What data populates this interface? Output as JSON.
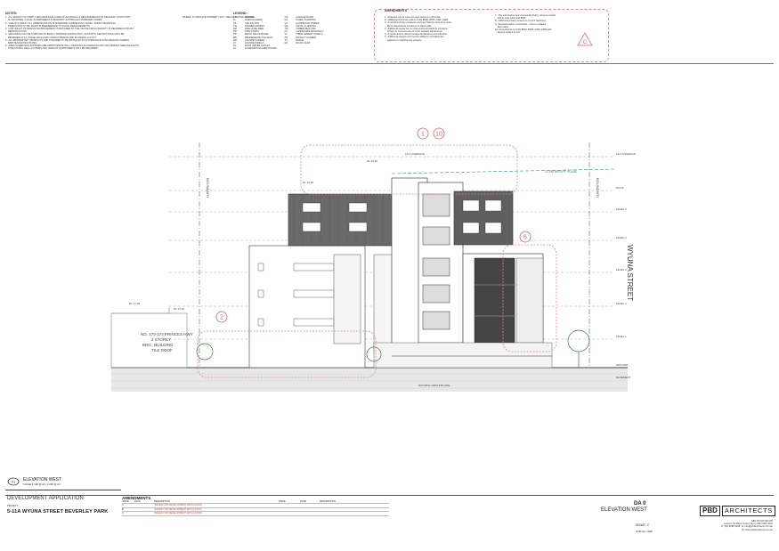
{
  "notes": {
    "title": "NOTES:",
    "lines": [
      "1.  ALL WORKS TO COMPLY WITH BUILDING CODE OF AUSTRALIA & REQUIREMENTS OF RELEVANT STATUTORY",
      "    AUTHORITIES / LOCAL GOVERNMENT & RELEVANT AUSTRALIAN STANDARD CODES.",
      "2.  CHECK & VERIFY ALL DIMENSIONS ON SITE BEFORE COMMENCING WORK / SHORT DRAWINGS",
      "    DIMENSIONS TO BE TAKEN IN PREFERENCE TO SCALE MEASUREMENTS.",
      "3.  COPYRIGHT OF DESIGN SHOWN HEREON IS RETAINED BY THE OFFICE AND AUTHORITY IS REQUIRED FOR ANY",
      "    REPRODUCTION.",
      "4.  REGARDS FOR THE PURPOSE OF BASIX / PARTNER CONSULTANT / ACOUSTIC CERTIFICATION WILL BE",
      "    REVIEWED AT CC STAGE WHICH MAY AFFECT DESIGN AND PLANNING LAYOUT.",
      "5.  ALL PROPRIETARY PRODUCTS ARE INTENDED TO BE INSTALLED IN ACCORDANCE WITH MANUFACTURERS",
      "    WRITTEN INSTRUCTIONS.",
      "6.  AREA SCHEDULES SUPPLIED ARE APPROXIMATE ONLY. PERSONS ALLOWANCE FOR CAR PARKING SERVICE DUCTS,",
      "    STRUCTURAL WALL SYSTEMS AND VARIOUS COMPONENTS WILL BE REQUIRED."
    ],
    "side_note": "WHERE TO INDICATE PROPERTY ETC. ARE AS SHOWN ON PLAN"
  },
  "legend": {
    "title": "LEGEND:",
    "col1": [
      "FS",
      "FL",
      "CF",
      "TW",
      "FM",
      "FW",
      "PR",
      "MB",
      "RW",
      "LT",
      "RL",
      "AL"
    ],
    "col2": [
      "AWNING",
      "FIXED GLAZING",
      "CEILING FAN",
      "FRAMED AWNING",
      "FIRE HOSE REEL",
      "FIRE STAIRS",
      "METAL BALUSTRADE",
      "RENDERED BLOCK WALL",
      "LOUVRE SCREEN",
      "LOUVRE PANELS",
      "ROOF WATER OUTLET",
      "ALUMINIUM GLAZED DOORS"
    ],
    "col3": [
      "GS",
      "FS",
      "VT",
      "MC",
      "TW",
      "FC",
      "CL",
      "PR",
      "ST",
      "EX"
    ],
    "col4": [
      "GARAGE DOOR",
      "PANEL CLADDING",
      "HARDWOOD TIMBER",
      "METAL CLADDING",
      "TIMBER FENCING",
      "LANDSCAPE ARCHITECT",
      "FIBRE CEMENT PANELS",
      "PRIVACY SCREEN",
      "FENCE",
      "ROOF LIGHT"
    ]
  },
  "amendments_notes": {
    "title": "AMENDMENTS",
    "col1": [
      "1.  Reduced roof to common open space to roof levels.",
      "2.  Additional first level voids to Units B302, B305, A302, A305.",
      "3.  Amended privacy measures and new balcony screens to units.",
      "    Minor adjustments to balcony & blank walls.",
      "4.  Additional planter box to Units A103 and A303 to introduce",
      "    privacy to common area & minor setback adjustments.",
      "5.  Amendments to street frontage landscaping and reduction.",
      "6.  Additional screens and louvres added to unit balconies",
      "    adjacent to neighbouring property."
    ],
    "col2": [
      "7.  The unit window and communal privacy screens revised",
      "    and to units A401 and B401.",
      "8.  Additional privacy screens to current balconies.",
      "9.  Revised location of windows - refer to updated",
      "    floor plans.",
      "10. Amendments to Units B302, B305, A302, A305 with",
      "    layouts revised to unit."
    ]
  },
  "drawing": {
    "cloud_numbers": [
      "1",
      "10",
      "6",
      "2"
    ],
    "boundary_left": "BOUNDARY",
    "boundary_right": "BOUNDARY",
    "street_label": "WYUNA STREET",
    "neighbour_label": [
      "NO. 170-174 PRINCES HWY",
      "2 STOREY",
      "BRIC.   BUILDING",
      "TILE ROOF"
    ],
    "ground_label": "NATURAL GROUND LINE",
    "lift_label": "LIFT OVERRUN",
    "levels_right": [
      "LIFT OVERRUN",
      "ROOF",
      "LEVEL 5",
      "LEVEL 4",
      "LEVEL 3",
      "LEVEL 2",
      "LEVEL 1",
      "GROUND",
      "BASEMENT"
    ],
    "height_plane": "12.0M HEIGHT PLANE",
    "rl_tags": [
      "RL 35.45",
      "RL 34.25"
    ],
    "rl_left": [
      "RL 17.36",
      "RL 15.40"
    ]
  },
  "elevation_label": {
    "ref": "01",
    "title": "ELEVATION WEST",
    "scale": "SCALE 1:100 @ A1 / 1:200 @ A3"
  },
  "title_block": {
    "development": "DEVELOPMENT APPLICATION",
    "project_label": "PROJECT:",
    "project": "5-11A WYUNA STREET BEVERLEY PARK",
    "amendments_title": "AMENDMENTS",
    "amend_headers": [
      "ISSUE",
      "DATE",
      "DESCRIPTION"
    ],
    "amend_rows": [
      [
        "A",
        "",
        "ISSUED FOR DEVELOPMENT APPLICATION"
      ],
      [
        "B",
        "",
        "ISSUED FOR DEVELOPMENT APPLICATION"
      ],
      [
        "C",
        "",
        "ISSUED FOR DEVELOPMENT APPLICATION"
      ]
    ],
    "amend_headers2": [
      "ISSUE",
      "DATE",
      "DESCRIPTION"
    ],
    "da": "DA    0",
    "sheet_title": "ELEVATION WEST",
    "issue": "ISSUE: C",
    "job": "JOB No: 1946",
    "logo_a": "PBD",
    "logo_b": "ARCHITECTS",
    "address": [
      "ABN 00 000 000 000",
      "Level 2, 52 Albion Street, Surry Hills NSW 2010",
      "P: (02) 9698 3248   E: info@pbdarchitects.com.au",
      "W: www.pbdarchitects.com.au"
    ]
  }
}
